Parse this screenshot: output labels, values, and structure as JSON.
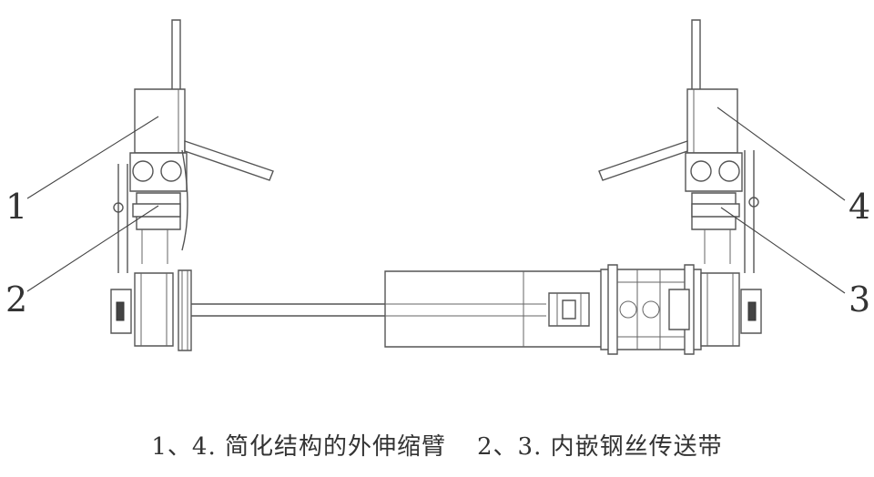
{
  "labels": {
    "label_1": "1",
    "label_2": "2",
    "label_3": "3",
    "label_4": "4"
  },
  "caption": {
    "part_a": "1、4. 简化结构的外伸缩臂",
    "part_b": "2、3. 内嵌钢丝传送带"
  },
  "colors": {
    "line": "#555555",
    "background": "#ffffff"
  }
}
